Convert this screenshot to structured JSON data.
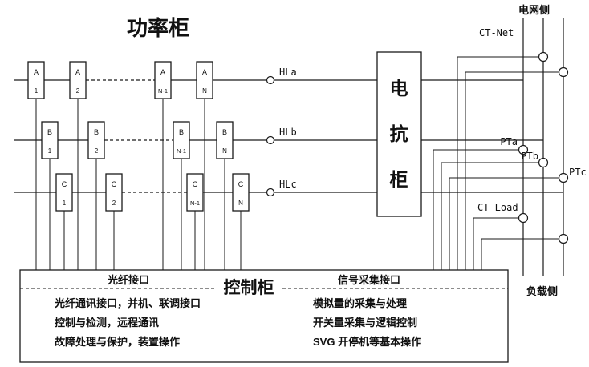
{
  "diagram": {
    "title": "功率柜",
    "grid_side": "电网侧",
    "load_side": "负载侧",
    "reactor": {
      "label": "电抗柜",
      "chars": [
        "电",
        "抗",
        "柜"
      ]
    },
    "bus_points": {
      "a": "HLa",
      "b": "HLb",
      "c": "HLc"
    },
    "sensors": {
      "ct_net": "CT-Net",
      "pt_a": "PTa",
      "pt_b": "PTb",
      "pt_c": "PTc",
      "ct_load": "CT-Load"
    },
    "modules": {
      "rows": [
        {
          "phase": "A",
          "units": [
            "1",
            "2",
            "N-1",
            "N"
          ]
        },
        {
          "phase": "B",
          "units": [
            "1",
            "2",
            "N-1",
            "N"
          ]
        },
        {
          "phase": "C",
          "units": [
            "1",
            "2",
            "N-1",
            "N"
          ]
        }
      ]
    },
    "control_cabinet": {
      "title": "控制柜",
      "left_header": "光纤接口",
      "right_header": "信号采集接口",
      "left_lines": [
        "光纤通讯接口，并机、联调接口",
        "控制与检测，远程通讯",
        "故障处理与保护，装置操作"
      ],
      "right_lines": [
        "模拟量的采集与处理",
        "开关量采集与逻辑控制",
        "SVG 开停机等基本操作"
      ]
    },
    "colors": {
      "line": "#1a1a1a",
      "background": "#ffffff"
    }
  }
}
